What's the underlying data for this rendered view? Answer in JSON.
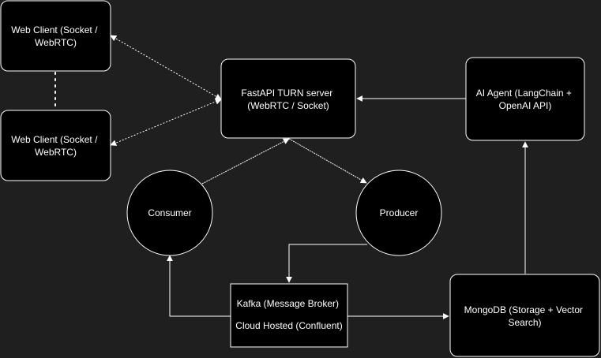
{
  "colors": {
    "background": "#1f1f1f",
    "node_fill": "#000000",
    "stroke": "#ffffff",
    "text": "#ffffff"
  },
  "nodes": {
    "web_client_1": {
      "lines": [
        "Web Client (Socket /",
        "WebRTC)"
      ]
    },
    "web_client_2": {
      "lines": [
        "Web Client (Socket /",
        "WebRTC)"
      ]
    },
    "fastapi": {
      "lines": [
        "FastAPI TURN server",
        "(WebRTC / Socket)"
      ]
    },
    "ai_agent": {
      "lines": [
        "AI Agent (LangChain +",
        "OpenAI API)"
      ]
    },
    "consumer": {
      "lines": [
        "Consumer"
      ]
    },
    "producer": {
      "lines": [
        "Producer"
      ]
    },
    "kafka": {
      "lines": [
        "Kafka (Message Broker)",
        "Cloud Hosted (Confluent)"
      ]
    },
    "mongodb": {
      "lines": [
        "MongoDB (Storage + Vector",
        "Search)"
      ]
    }
  }
}
